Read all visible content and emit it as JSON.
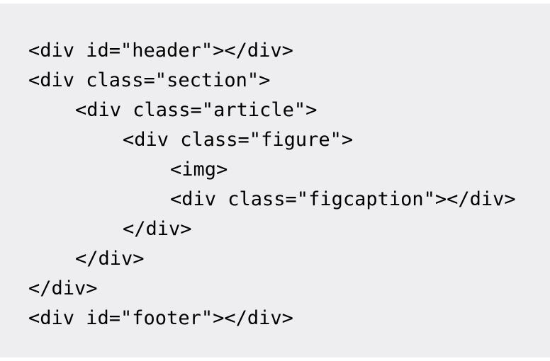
{
  "code_block": {
    "lines": [
      {
        "indent": 0,
        "text": "<div id=\"header\"></div>"
      },
      {
        "indent": 0,
        "text": "<div class=\"section\">"
      },
      {
        "indent": 1,
        "text": "<div class=\"article\">"
      },
      {
        "indent": 2,
        "text": "<div class=\"figure\">"
      },
      {
        "indent": 3,
        "text": "<img>"
      },
      {
        "indent": 3,
        "text": "<div class=\"figcaption\"></div>"
      },
      {
        "indent": 2,
        "text": "</div>"
      },
      {
        "indent": 1,
        "text": "</div>"
      },
      {
        "indent": 0,
        "text": "</div>"
      },
      {
        "indent": 0,
        "text": "<div id=\"footer\"></div>"
      }
    ]
  }
}
